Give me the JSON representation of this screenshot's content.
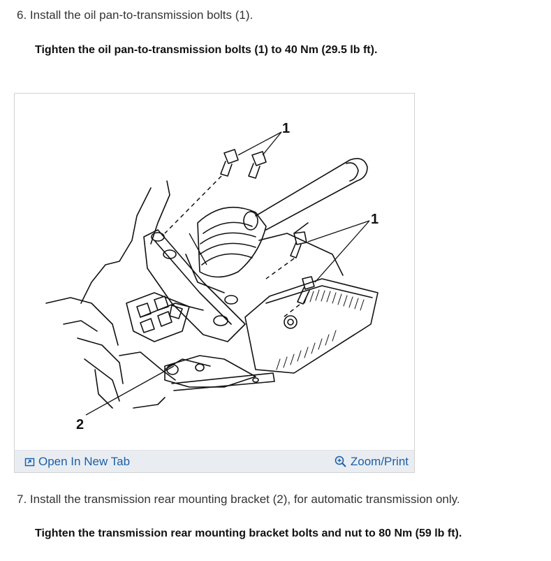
{
  "steps": [
    {
      "text": "6. Install the oil pan-to-transmission bolts (1).",
      "spec": "Tighten the oil pan-to-transmission bolts (1) to 40 Nm (29.5 lb ft)."
    },
    {
      "text": "7. Install the transmission rear mounting bracket (2), for automatic transmission only.",
      "spec": "Tighten the transmission rear mounting bracket bolts and nut to 80 Nm (59 lb ft)."
    }
  ],
  "figure": {
    "callouts": {
      "top_bolts": "1",
      "right_bolts": "1",
      "bracket": "2"
    },
    "open_tab_label": "Open In New Tab",
    "zoom_print_label": "Zoom/Print",
    "open_tab_icon": "open-in-new-tab-icon",
    "zoom_icon": "zoom-in-icon"
  },
  "colors": {
    "link": "#1d5fa6",
    "toolbar": "#e9edf2",
    "border": "#d2d2d2"
  }
}
